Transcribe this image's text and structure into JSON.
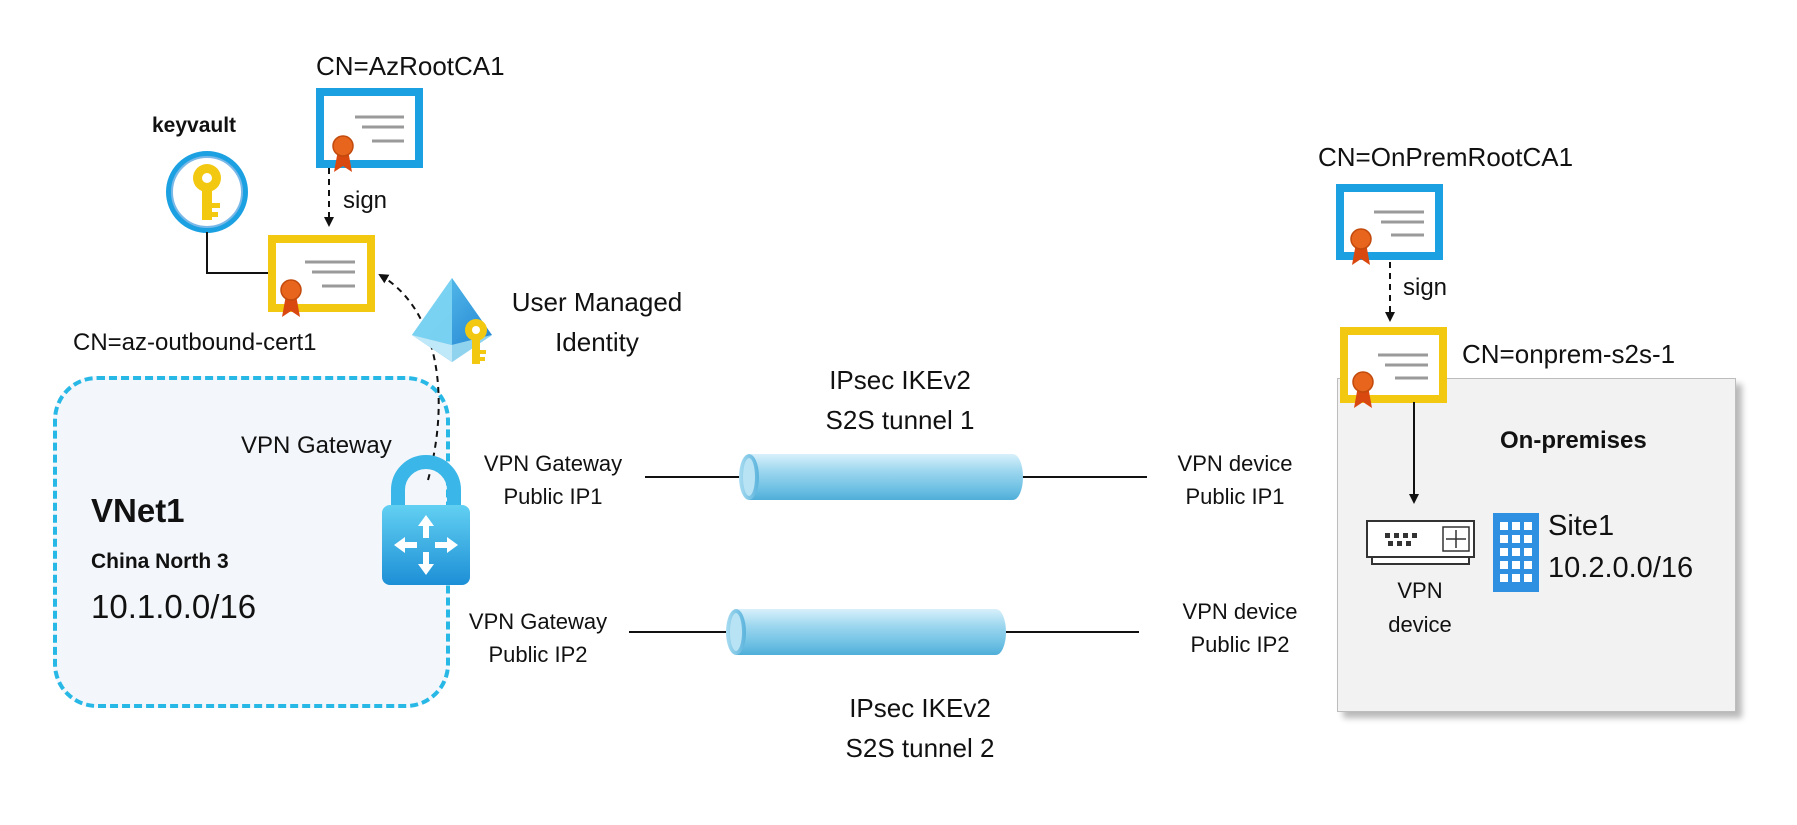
{
  "colors": {
    "root_cert_frame": "#1ba1e2",
    "leaf_cert_frame": "#f2c811",
    "ribbon": "#e05a14",
    "vnet_border": "#28b8e6",
    "tunnel": "#8fd0ea",
    "onprem_bg": "#f2f2f2",
    "keyvault_key": "#f2c811",
    "building": "#2f8fe0"
  },
  "icons": {
    "keyvault": "keyvault-icon",
    "root_cert": "certificate-icon",
    "leaf_cert": "certificate-icon",
    "identity": "managed-identity-icon",
    "gateway": "vpn-gateway-lock-icon",
    "vpn_device": "vpn-device-icon",
    "site": "building-icon"
  },
  "azure": {
    "root_ca": "CN=AzRootCA1",
    "sign_label": "sign",
    "keyvault_label": "keyvault",
    "leaf_cert": "CN=az-outbound-cert1",
    "identity_line1": "User Managed",
    "identity_line2": "Identity",
    "gateway_label": "VPN Gateway",
    "vnet_name": "VNet1",
    "region": "China North 3",
    "address_space": "10.1.0.0/16"
  },
  "tunnels": {
    "t1_line1": "IPsec IKEv2",
    "t1_line2": "S2S tunnel 1",
    "t2_line1": "IPsec IKEv2",
    "t2_line2": "S2S tunnel 2",
    "gw_ip1_line1": "VPN Gateway",
    "gw_ip1_line2": "Public IP1",
    "gw_ip2_line1": "VPN Gateway",
    "gw_ip2_line2": "Public IP2",
    "dev_ip1_line1": "VPN device",
    "dev_ip1_line2": "Public IP1",
    "dev_ip2_line1": "VPN device",
    "dev_ip2_line2": "Public IP2"
  },
  "onprem": {
    "root_ca": "CN=OnPremRootCA1",
    "sign_label": "sign",
    "leaf_cert": "CN=onprem-s2s-1",
    "title": "On-premises",
    "device_line1": "VPN",
    "device_line2": "device",
    "site_name": "Site1",
    "site_address": "10.2.0.0/16"
  }
}
